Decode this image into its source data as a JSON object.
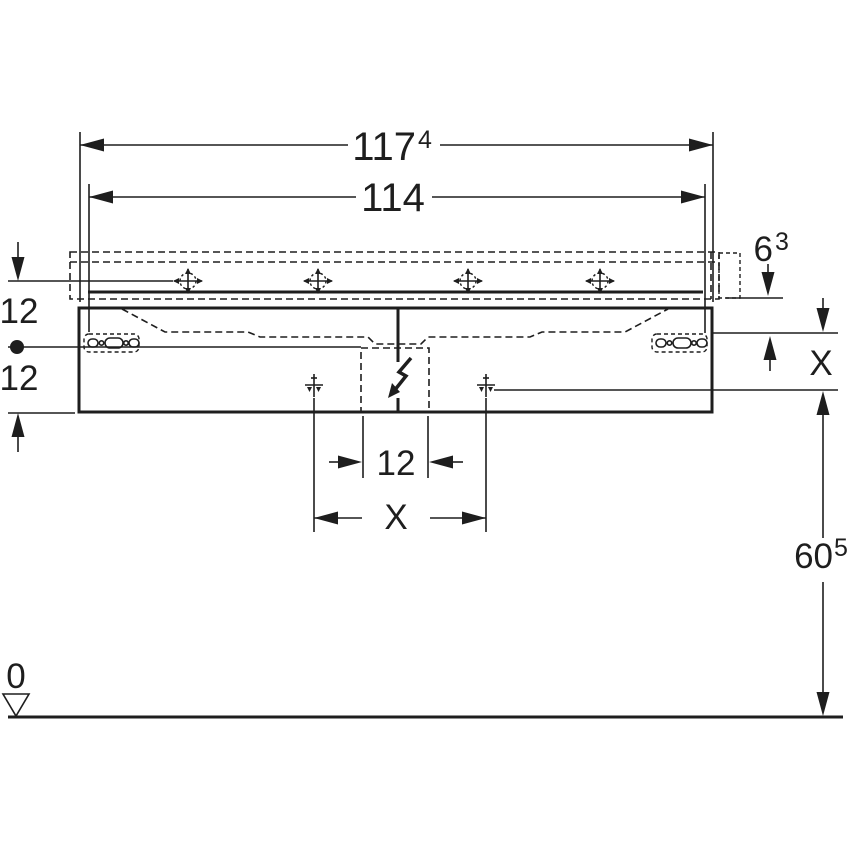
{
  "drawing": {
    "type": "technical-dimension-drawing",
    "subject": "washbasin-cabinet-front-view",
    "line_color": "#1e1e1e",
    "background": "#ffffff",
    "dims": {
      "total_width": {
        "main": "117",
        "sup": "4"
      },
      "basin_width": "114",
      "basin_height": {
        "main": "6",
        "sup": "3"
      },
      "left_upper_offset": "12",
      "left_lower_offset": "12",
      "right_offset": "X",
      "outlet_width": "12",
      "outlet_span": "X",
      "install_height": {
        "main": "60",
        "sup": "5"
      },
      "floor_level": "0"
    },
    "symbols": [
      "drill-crosshair-icon",
      "drill-point-icon",
      "electrical-connection-icon",
      "datum-triangle-icon",
      "mounting-slot-icon"
    ]
  }
}
